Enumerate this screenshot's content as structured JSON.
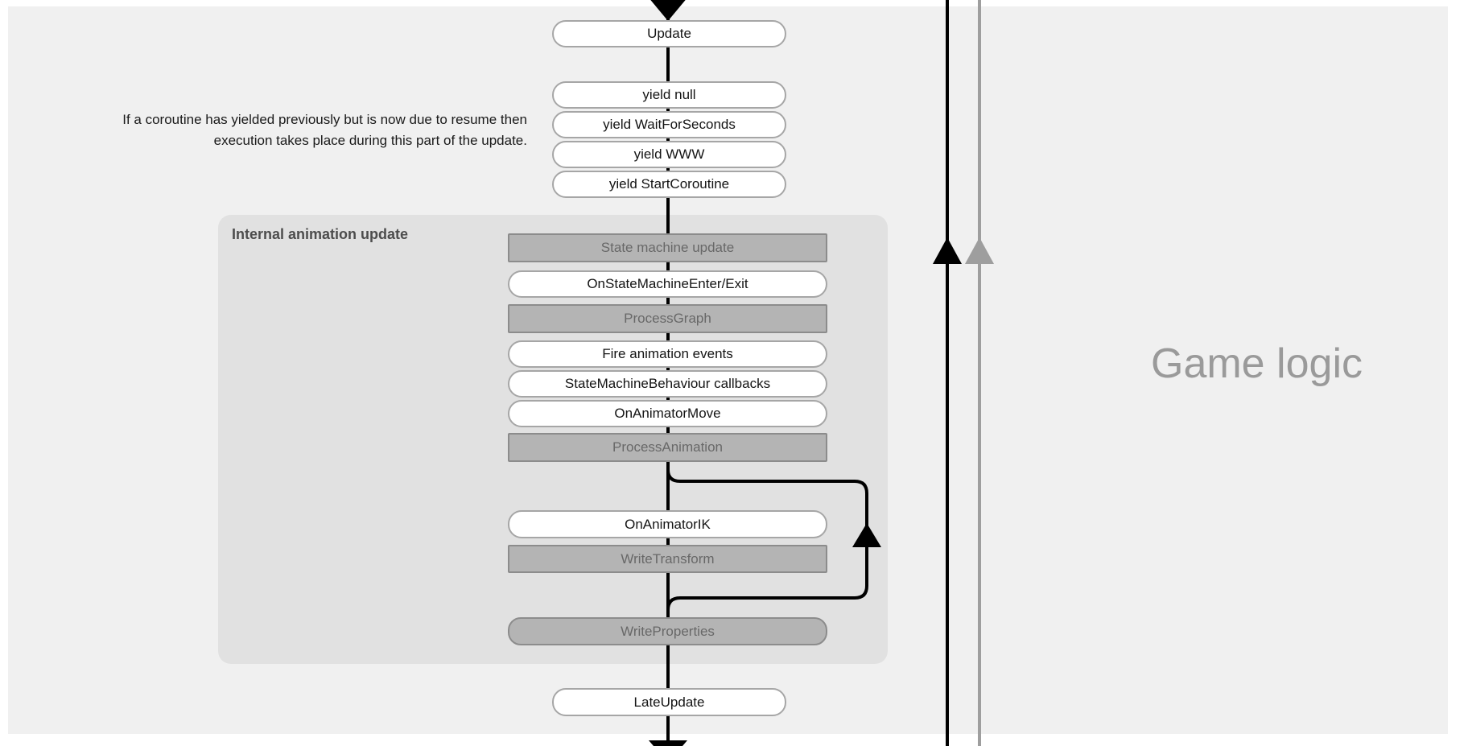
{
  "diagram": {
    "note": "If a coroutine has yielded previously but is now due to resume then execution takes place during this part of the update.",
    "update_label": "Update",
    "yield_steps": [
      "yield null",
      "yield WaitForSeconds",
      "yield WWW",
      "yield StartCoroutine"
    ],
    "late_update_label": "LateUpdate",
    "side_label": "Game logic",
    "group": {
      "title": "Internal animation update",
      "steps": {
        "state_machine_update": "State machine update",
        "on_state_machine_enter_exit": "OnStateMachineEnter/Exit",
        "process_graph": "ProcessGraph",
        "fire_animation_events": "Fire animation events",
        "state_machine_behaviour_callbacks": "StateMachineBehaviour callbacks",
        "on_animator_move": "OnAnimatorMove",
        "process_animation": "ProcessAnimation",
        "on_animator_ik": "OnAnimatorIK",
        "write_transform": "WriteTransform",
        "write_properties": "WriteProperties"
      }
    },
    "colors": {
      "panel_bg": "#f0f0f0",
      "group_bg": "#e1e1e1",
      "internal_box_bg": "#b4b4b4",
      "internal_box_border": "#8c8c8c",
      "internal_box_text": "#686868",
      "callback_box_bg": "#ffffff",
      "callback_box_border": "#a6a6a6",
      "flow_line": "#000000",
      "secondary_line": "#9e9e9e",
      "side_label_text": "#9a9a9a",
      "group_title_text": "#4d4d4d"
    }
  }
}
